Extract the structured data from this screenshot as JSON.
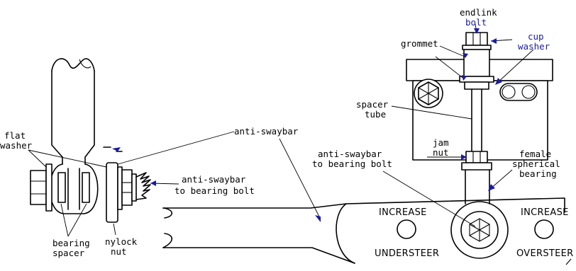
{
  "labels": {
    "endlink_bolt_1": "endlink",
    "endlink_bolt_2": "bolt",
    "cup_washer_1": "cup",
    "cup_washer_2": "washer",
    "grommet": "grommet",
    "spacer_tube_1": "spacer",
    "spacer_tube_2": "tube",
    "jam_nut_1": "jam",
    "jam_nut_2": "nut",
    "female_bearing_1": "female",
    "female_bearing_2": "spherical",
    "female_bearing_3": "bearing",
    "antisway_bolt_center_1": "anti-swaybar",
    "antisway_bolt_center_2": "to bearing bolt",
    "anti_swaybar": "anti-swaybar",
    "flat_washer_1": "flat",
    "flat_washer_2": "washer",
    "antisway_bolt_left_1": "anti-swaybar",
    "antisway_bolt_left_2": "to bearing bolt",
    "bearing_spacer_1": "bearing",
    "bearing_spacer_2": "spacer",
    "nylock_nut_1": "nylock",
    "nylock_nut_2": "nut",
    "increase_left": "INCREASE",
    "understeer": "UNDERSTEER",
    "increase_right": "INCREASE",
    "oversteer": "OVERSTEER"
  },
  "colors": {
    "lines": "#000000",
    "accent_blue": "#1a1aa6",
    "background": "#ffffff"
  }
}
